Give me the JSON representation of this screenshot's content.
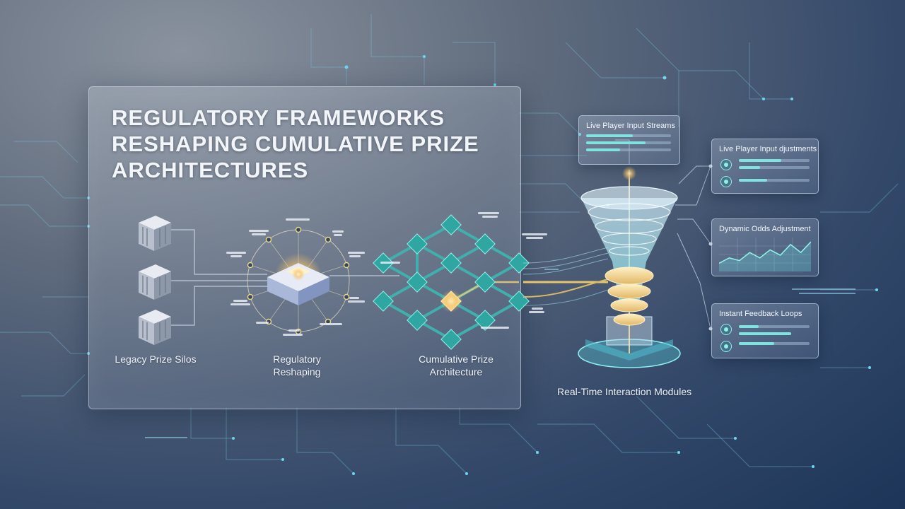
{
  "title": "REGULATORY FRAMEWORKS RESHAPING CUMULATIVE PRIZE ARCHITECTURES",
  "stages": [
    {
      "label": "Legacy Prize Silos"
    },
    {
      "label": "Regulatory Reshaping"
    },
    {
      "label": "Cumulative Prize Architecture"
    }
  ],
  "modules_label": "Real-Time Interaction Modules",
  "cards": {
    "input_streams": {
      "title": "Live Player Input Streams",
      "levels": [
        0.55,
        0.7,
        0.4
      ]
    },
    "adjustments": {
      "title": "Live Player Input djustments",
      "levels": [
        0.6,
        0.3,
        0.4
      ]
    },
    "odds": {
      "title": "Dynamic Odds Adjustment",
      "values": [
        2,
        4,
        3,
        6,
        4,
        7,
        5,
        9,
        6,
        10
      ]
    },
    "feedback": {
      "title": "Instant Feedback Loops",
      "levels": [
        0.28,
        0.5
      ]
    }
  },
  "colors": {
    "accent": "#4fd0c8",
    "glow": "#f5d58a",
    "panel": "#c7d0dc"
  }
}
